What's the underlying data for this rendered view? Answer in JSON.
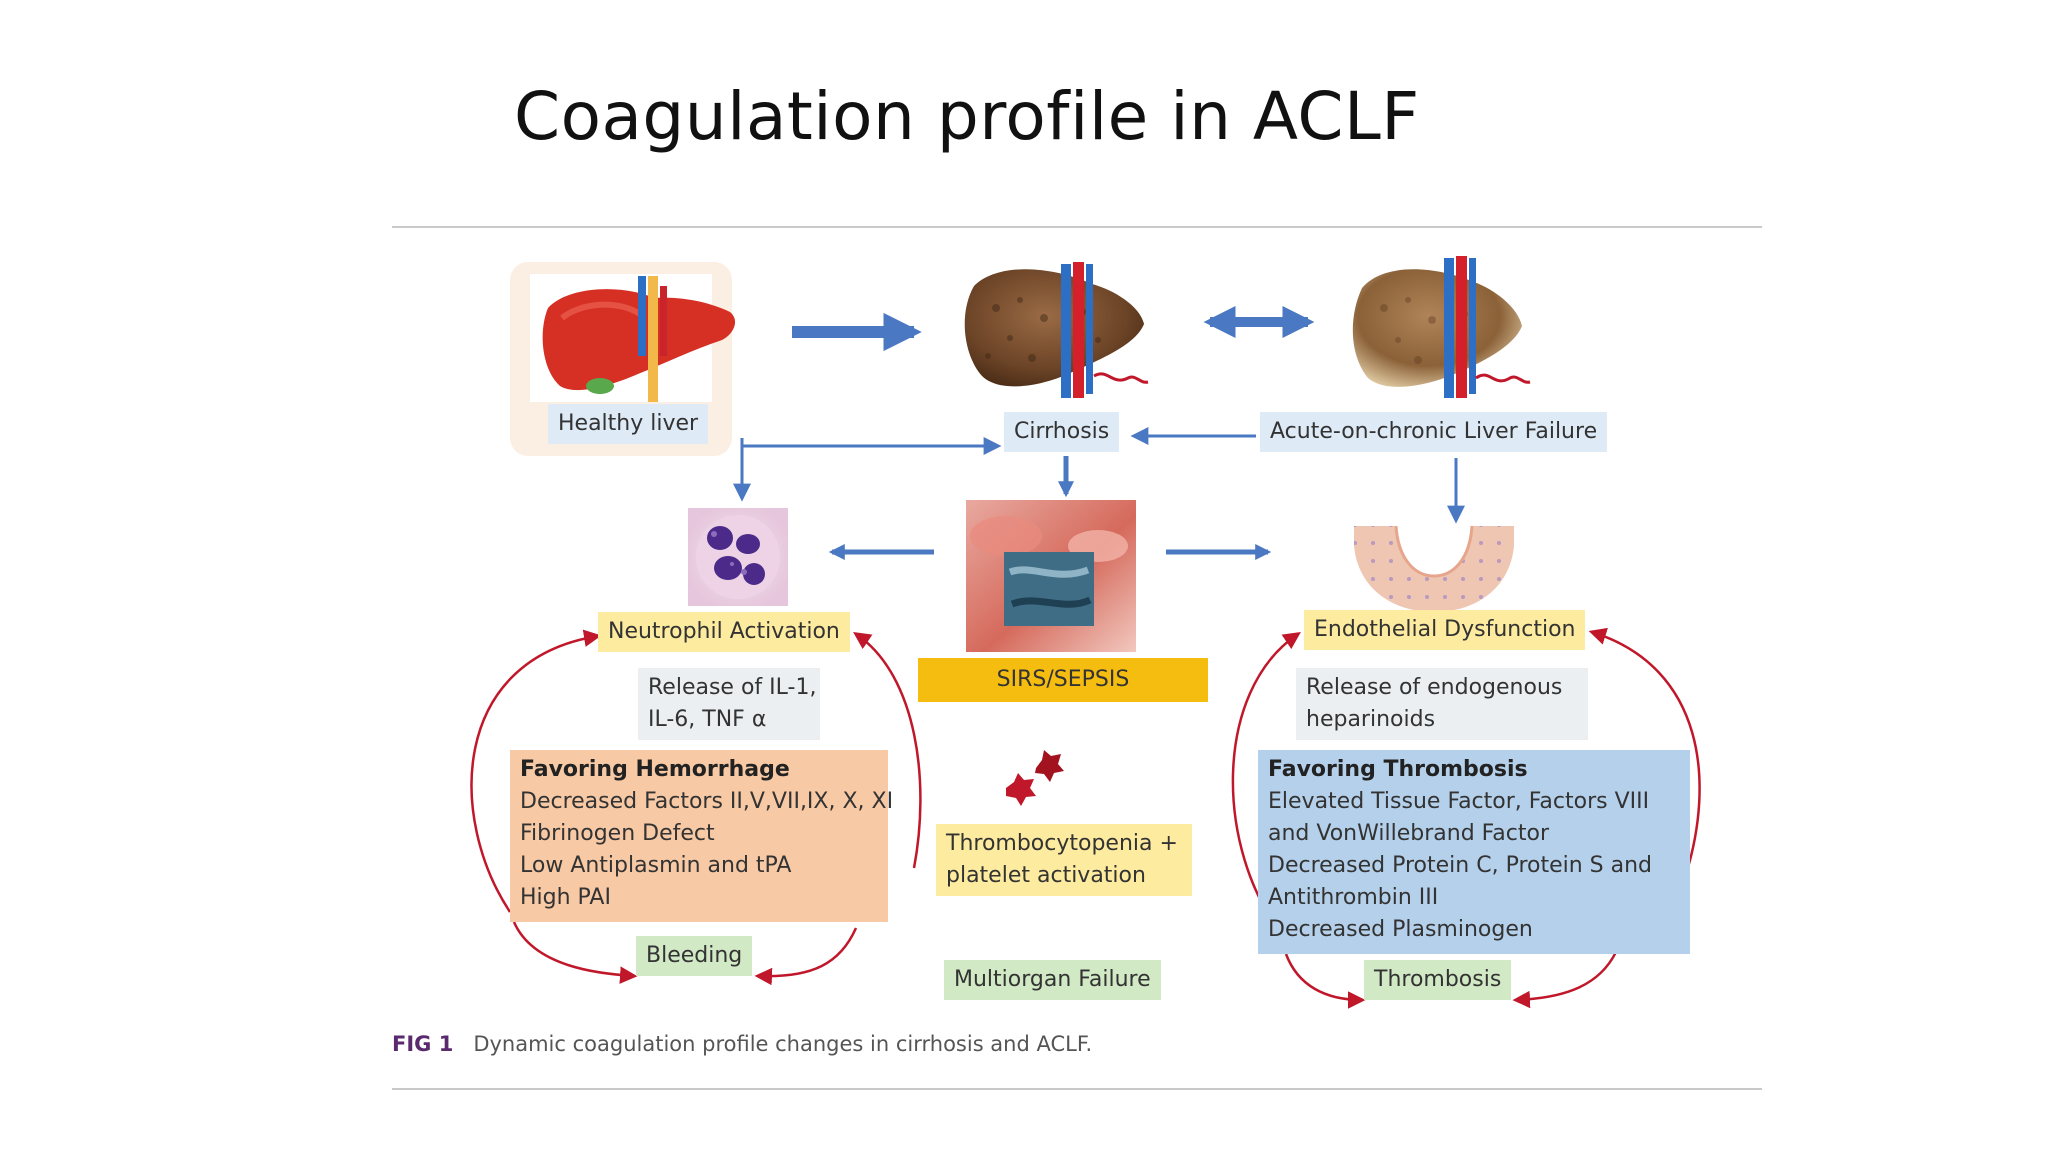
{
  "title": "Coagulation profile in ACLF",
  "stages": {
    "healthy": "Healthy liver",
    "cirrhosis": "Cirrhosis",
    "aclf": "Acute-on-chronic Liver Failure"
  },
  "center": {
    "sirs": "SIRS/SEPSIS",
    "thrombocytopenia": [
      "Thrombocytopenia +",
      "platelet activation"
    ],
    "multiorgan": "Multiorgan Failure"
  },
  "left": {
    "activation": "Neutrophil Activation",
    "release": [
      "Release of IL-1,",
      "IL-6, TNF α"
    ],
    "favoring_title": "Favoring Hemorrhage",
    "favoring_items": [
      "Decreased Factors II,V,VII,IX, X, XI",
      "Fibrinogen Defect",
      "Low Antiplasmin and tPA",
      "High PAI"
    ],
    "outcome": "Bleeding"
  },
  "right": {
    "activation": "Endothelial Dysfunction",
    "release": [
      "Release of endogenous",
      "heparinoids"
    ],
    "favoring_title": "Favoring Thrombosis",
    "favoring_items": [
      "Elevated Tissue Factor, Factors VIII",
      "and VonWillebrand Factor",
      "Decreased Protein C, Protein S and",
      "Antithrombin III",
      "Decreased Plasminogen"
    ],
    "outcome": "Thrombosis"
  },
  "caption": {
    "tag": "FIG 1",
    "text": "Dynamic coagulation profile changes in cirrhosis and ACLF."
  },
  "colors": {
    "arrow_blue": "#4a78c2",
    "loop_red": "#c0182a",
    "label_blue": "#deeaf6",
    "label_yellow": "#fdeb9f",
    "label_green": "#d1e9c4",
    "hemorrhage_orange": "#f7c9a5",
    "thrombosis_blue": "#b5d0ea",
    "sepsis_gold": "#f6bd11"
  }
}
